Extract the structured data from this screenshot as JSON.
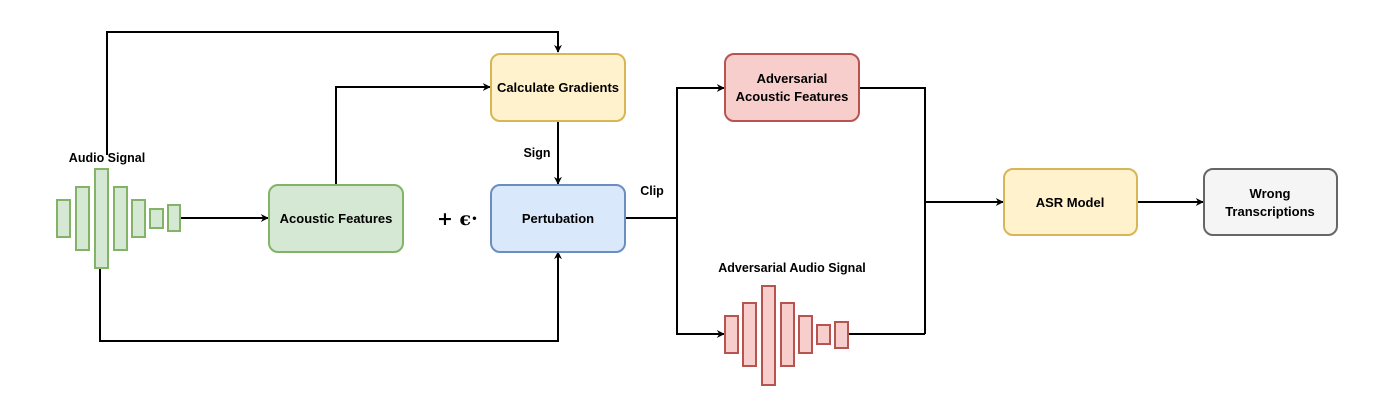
{
  "nodes": {
    "calculate_gradients": {
      "label": "Calculate Gradients",
      "fill": "#fff2cc",
      "stroke": "#d6b656"
    },
    "acoustic_features": {
      "label": "Acoustic Features",
      "fill": "#d5e8d4",
      "stroke": "#82b366"
    },
    "pertubation": {
      "label": "Pertubation",
      "fill": "#dae8fc",
      "stroke": "#6c8ebf"
    },
    "adversarial_acoustic_features": {
      "line1": "Adversarial",
      "line2": "Acoustic Features",
      "fill": "#f8cecc",
      "stroke": "#b85450"
    },
    "asr_model": {
      "label": "ASR Model",
      "fill": "#fff2cc",
      "stroke": "#d6b656"
    },
    "wrong_transcriptions": {
      "line1": "Wrong",
      "line2": "Transcriptions",
      "fill": "#f5f5f5",
      "stroke": "#666666"
    }
  },
  "labels": {
    "audio_signal": "Audio Signal",
    "adversarial_audio_signal": "Adversarial Audio Signal",
    "sign": "Sign",
    "clip": "Clip",
    "plus_epsilon": "+ ϵ·"
  },
  "waveforms": {
    "audio": {
      "fill": "#d5e8d4",
      "stroke": "#82b366"
    },
    "adversarial": {
      "fill": "#f8cecc",
      "stroke": "#b85450"
    }
  }
}
